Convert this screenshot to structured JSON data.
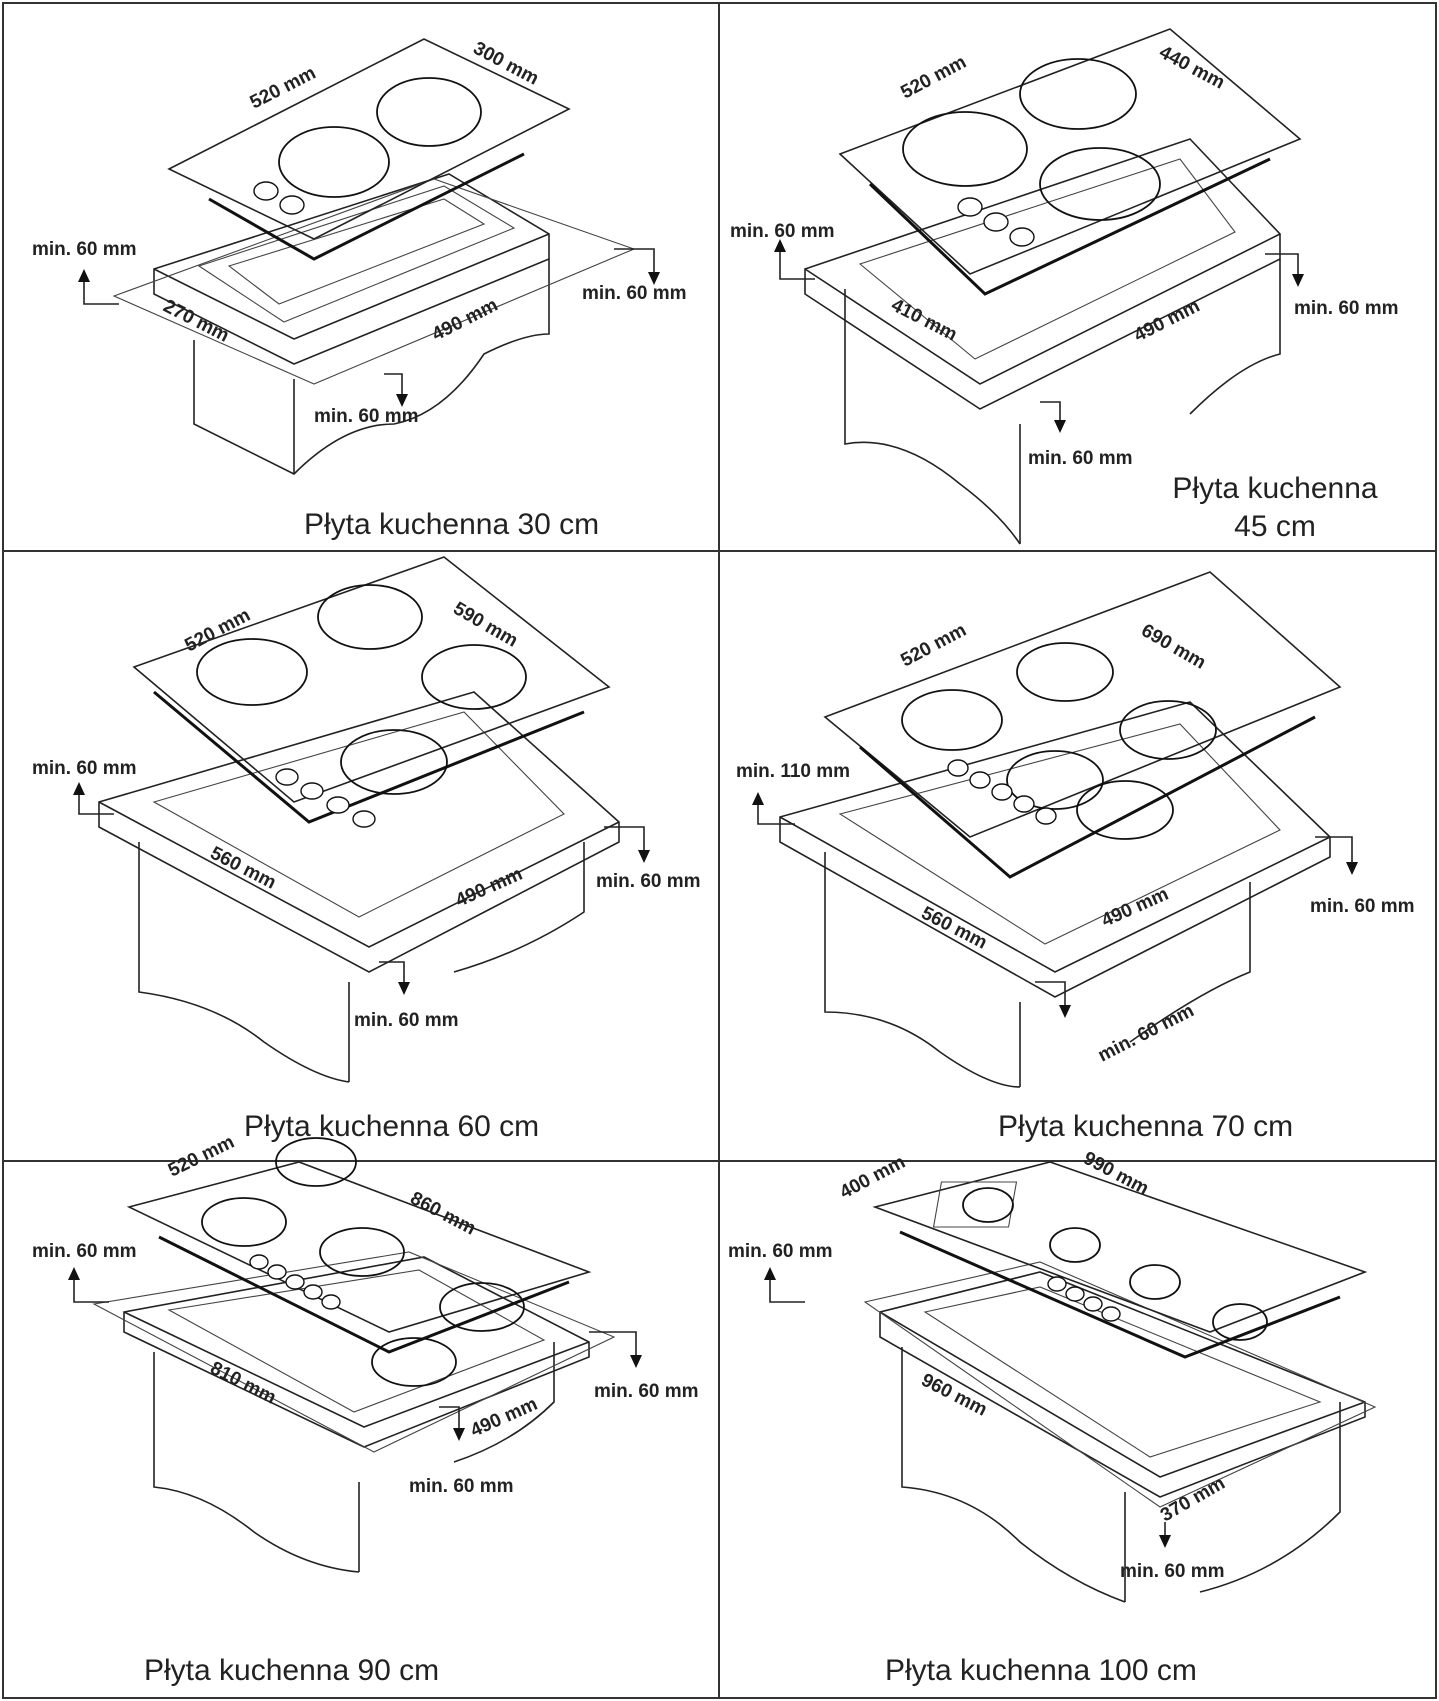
{
  "panels": [
    {
      "id": "p30",
      "caption": "Płyta kuchenna 30 cm",
      "labels": {
        "top_left": "520 mm",
        "top_right": "300 mm",
        "cut_left": "270 mm",
        "cut_right": "490 mm",
        "clear_left": "min. 60 mm",
        "clear_right": "min. 60 mm",
        "clear_front": "min. 60 mm"
      },
      "burners": 2,
      "knobs": 2
    },
    {
      "id": "p45",
      "caption": "Płyta kuchenna 45 cm",
      "labels": {
        "top_left": "520 mm",
        "top_right": "440 mm",
        "cut_left": "410 mm",
        "cut_right": "490 mm",
        "clear_left": "min. 60 mm",
        "clear_right": "min. 60 mm",
        "clear_front": "min. 60 mm"
      },
      "burners": 3,
      "knobs": 3
    },
    {
      "id": "p60",
      "caption": "Płyta kuchenna 60 cm",
      "labels": {
        "top_left": "520 mm",
        "top_right": "590 mm",
        "cut_left": "560 mm",
        "cut_right": "490 mm",
        "clear_left": "min. 60 mm",
        "clear_right": "min. 60 mm",
        "clear_front": "min. 60 mm"
      },
      "burners": 4,
      "knobs": 4
    },
    {
      "id": "p70",
      "caption": "Płyta kuchenna 70 cm",
      "labels": {
        "top_left": "520 mm",
        "top_right": "690 mm",
        "cut_left": "560 mm",
        "cut_right": "490 mm",
        "clear_left": "min. 110 mm",
        "clear_right": "min. 60 mm",
        "clear_front": "min. 60 mm"
      },
      "burners": 5,
      "knobs": 5
    },
    {
      "id": "p90",
      "caption": "Płyta kuchenna 90 cm",
      "labels": {
        "top_left": "520 mm",
        "top_right": "860 mm",
        "cut_left": "810 mm",
        "cut_right": "490 mm",
        "clear_left": "min. 60 mm",
        "clear_right": "min. 60 mm",
        "clear_front": "min. 60 mm"
      },
      "burners": 5,
      "knobs": 5
    },
    {
      "id": "p100",
      "caption": "Płyta kuchenna 100 cm",
      "labels": {
        "top_left": "400 mm",
        "top_right": "990 mm",
        "cut_left": "960 mm",
        "cut_right": "370 mm",
        "clear_left": "min. 60 mm",
        "clear_right": "",
        "clear_front": "min. 60 mm"
      },
      "burners": 4,
      "knobs": 4
    }
  ]
}
